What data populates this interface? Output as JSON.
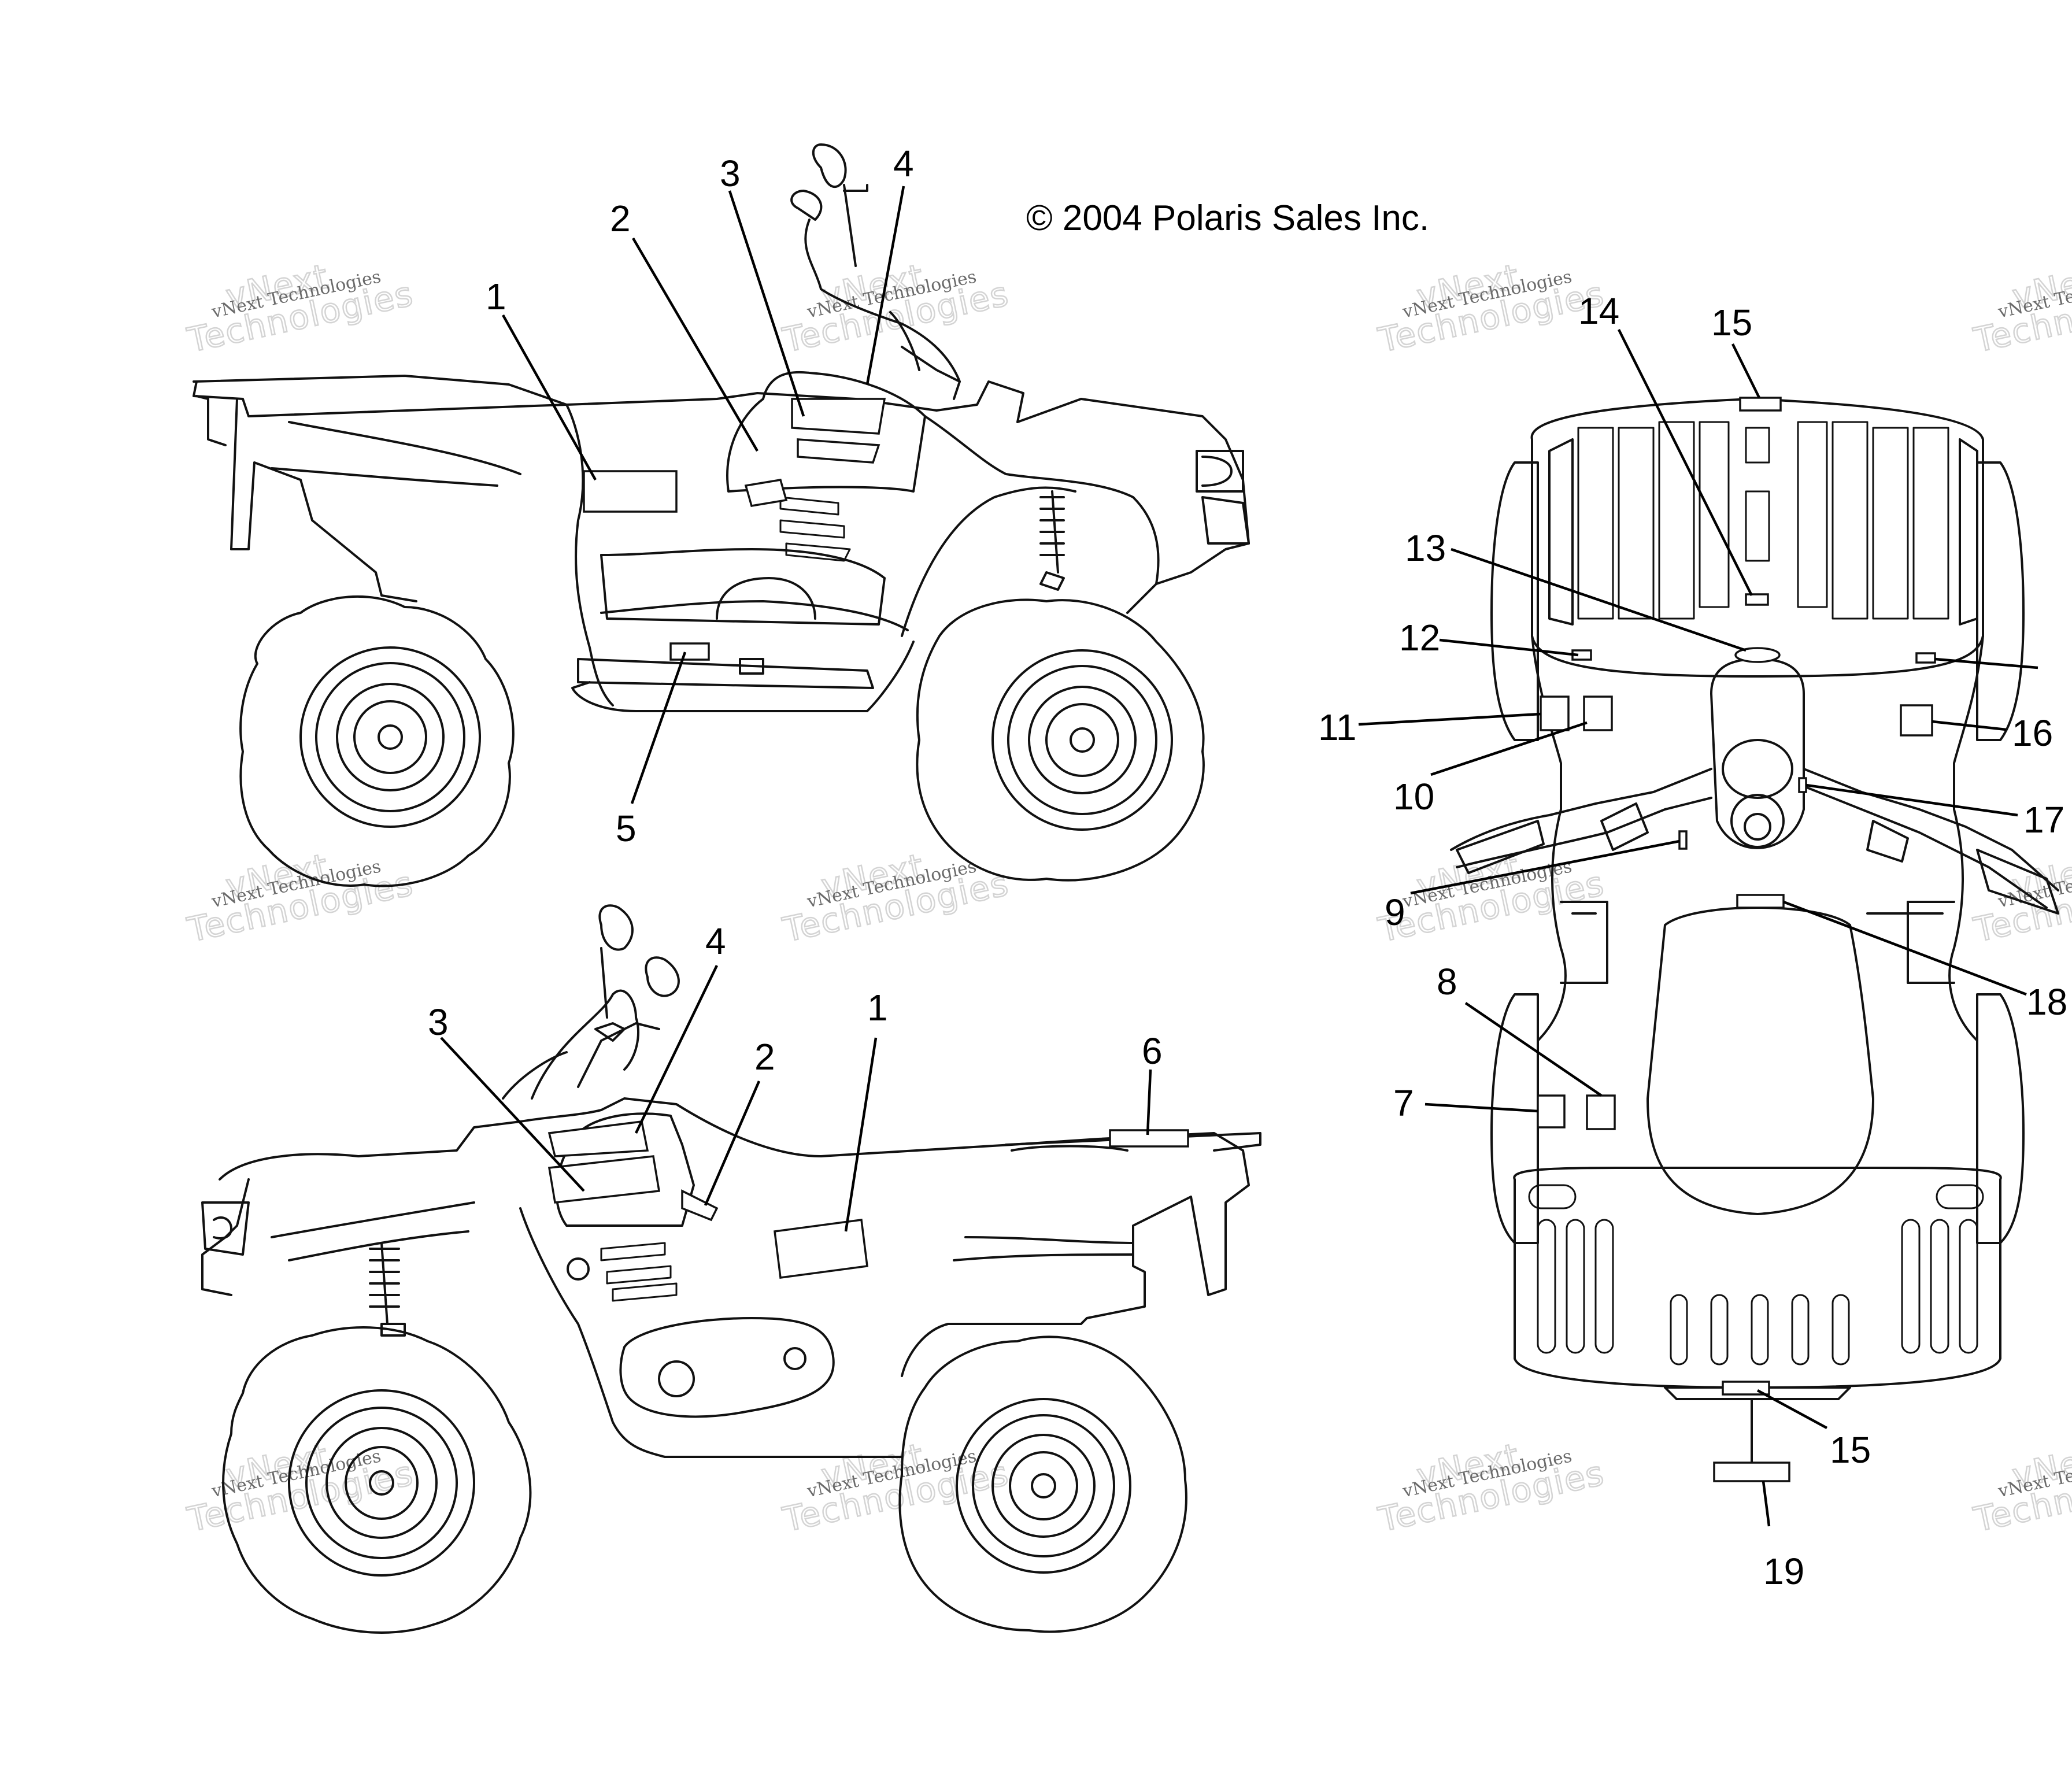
{
  "copyright": "© 2004 Polaris Sales Inc.",
  "watermark": {
    "small": "vNext Technologies",
    "big_top": "vNext",
    "big_bottom": "Technologies"
  },
  "callouts": {
    "right_side_view": [
      "1",
      "2",
      "3",
      "4",
      "5"
    ],
    "left_side_view": [
      "1",
      "2",
      "3",
      "4",
      "6"
    ],
    "top_view": [
      "7",
      "8",
      "9",
      "10",
      "11",
      "12",
      "13",
      "14",
      "15",
      "16",
      "17",
      "18",
      "19"
    ]
  }
}
